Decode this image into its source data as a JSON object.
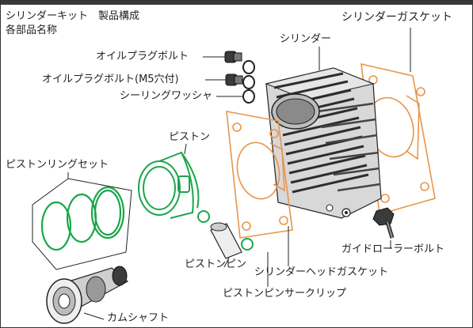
{
  "header": {
    "title_line1": "シリンダーキット　製品構成",
    "title_line2": "各部品名称"
  },
  "labels": {
    "cylinder_gasket": "シリンダーガスケット",
    "cylinder": "シリンダー",
    "oil_plug_bolt": "オイルプラグボルト",
    "oil_plug_bolt_m5": "オイルプラグボルト(M5穴付)",
    "sealing_washer": "シーリングワッシャ",
    "piston": "ピストン",
    "piston_ring_set": "ピストンリングセット",
    "guide_roller_bolt": "ガイドローラーボルト",
    "piston_pin": "ピストンピン",
    "cylinder_head_gasket": "シリンダーヘッドガスケット",
    "piston_pin_circlip": "ピストンピンサークリップ",
    "camshaft": "カムシャフト"
  },
  "colors": {
    "gasket": "#e8954a",
    "piston_green": "#1aa64a",
    "line": "#222222",
    "metal_dark": "#3b3b3b",
    "metal_light": "#d8d8d8"
  }
}
